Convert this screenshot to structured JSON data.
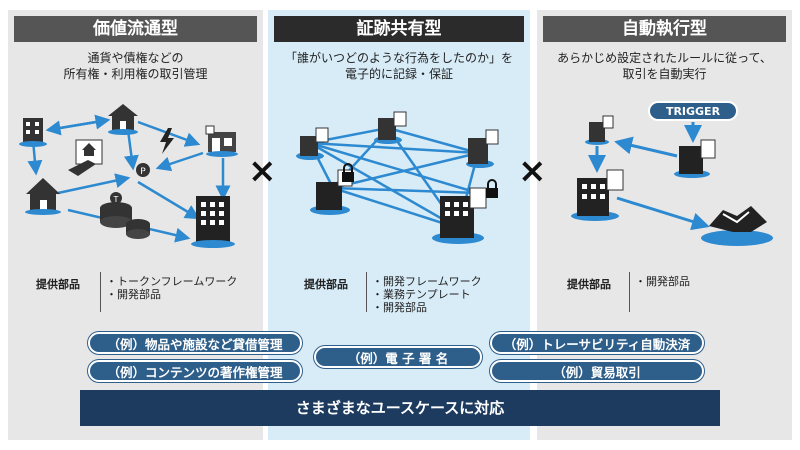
{
  "panels": {
    "p1": {
      "title": "価値流通型",
      "desc1": "通貨や債権などの",
      "desc2": "所有権・利用権の取引管理",
      "provider_label": "提供部品",
      "provider_items": [
        "トークンフレームワーク",
        "開発部品"
      ]
    },
    "p2": {
      "title": "証跡共有型",
      "desc1": "「誰がいつどのような行為をしたのか」を",
      "desc2": "電子的に記録・保証",
      "provider_label": "提供部品",
      "provider_items": [
        "開発フレームワーク",
        "業務テンプレート",
        "開発部品"
      ]
    },
    "p3": {
      "title": "自動執行型",
      "desc1": "あらかじめ設定されたルールに従って、",
      "desc2": "取引を自動実行",
      "provider_label": "提供部品",
      "provider_items": [
        "開発部品"
      ],
      "trigger_label": "TRIGGER"
    }
  },
  "separators": {
    "times": "×"
  },
  "examples": [
    "（例）物品や施設など貸借管理",
    "（例）コンテンツの著作権管理",
    "（例）電 子 署 名",
    "（例）トレーサビリティ自動決済",
    "（例）貿易取引"
  ],
  "bottom_banner": "さまざまなユースケースに対応",
  "colors": {
    "accent_blue": "#2e8ad0",
    "navy": "#1d3a5f",
    "pill": "#2e5e8a"
  }
}
